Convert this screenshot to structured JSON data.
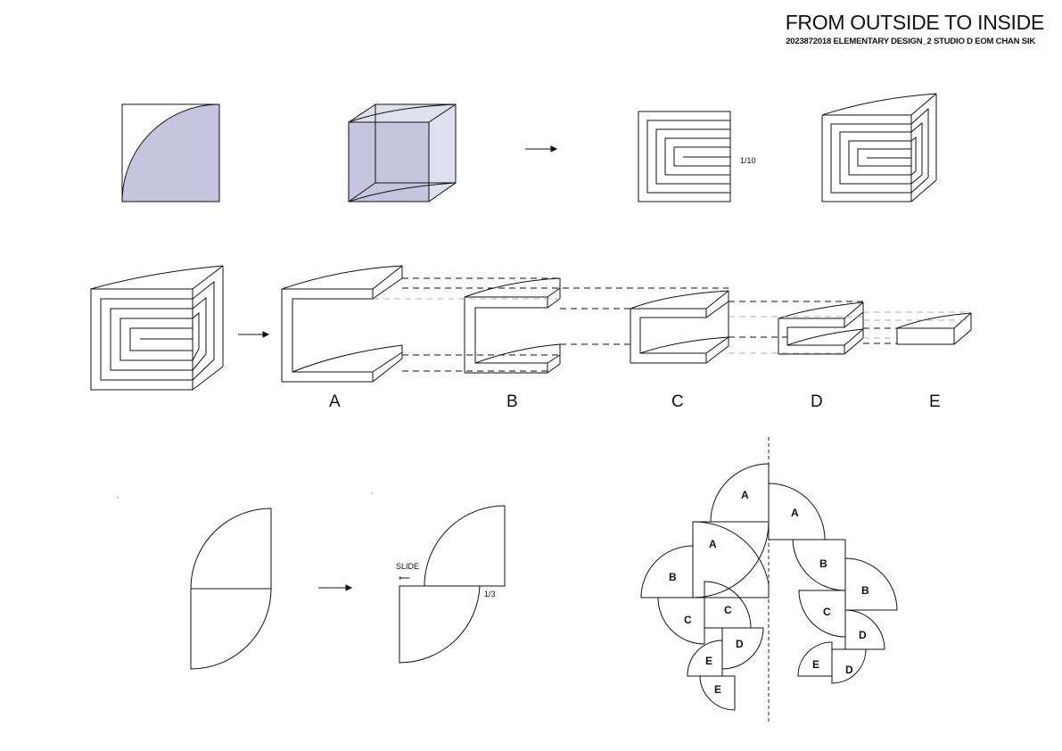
{
  "header": {
    "title": "FROM OUTSIDE TO INSIDE",
    "subtitle": "2023872018 ELEMENTARY DESIGN_2 STUDIO D EOM CHAN SIK"
  },
  "colors": {
    "fill": "#c7c4e0",
    "stroke": "#111111"
  },
  "row1": {
    "ratio_label": "1/10"
  },
  "row2": {
    "labels": [
      "A",
      "B",
      "C",
      "D",
      "E"
    ]
  },
  "row3": {
    "slide_label": "SLIDE",
    "slide_arrow": "⟵",
    "ratio_label": "1/3"
  },
  "composition": {
    "left": [
      "A",
      "A",
      "B",
      "C",
      "C",
      "D",
      "E",
      "E"
    ],
    "right": [
      "A",
      "B",
      "B",
      "C",
      "D",
      "E",
      "D"
    ]
  }
}
